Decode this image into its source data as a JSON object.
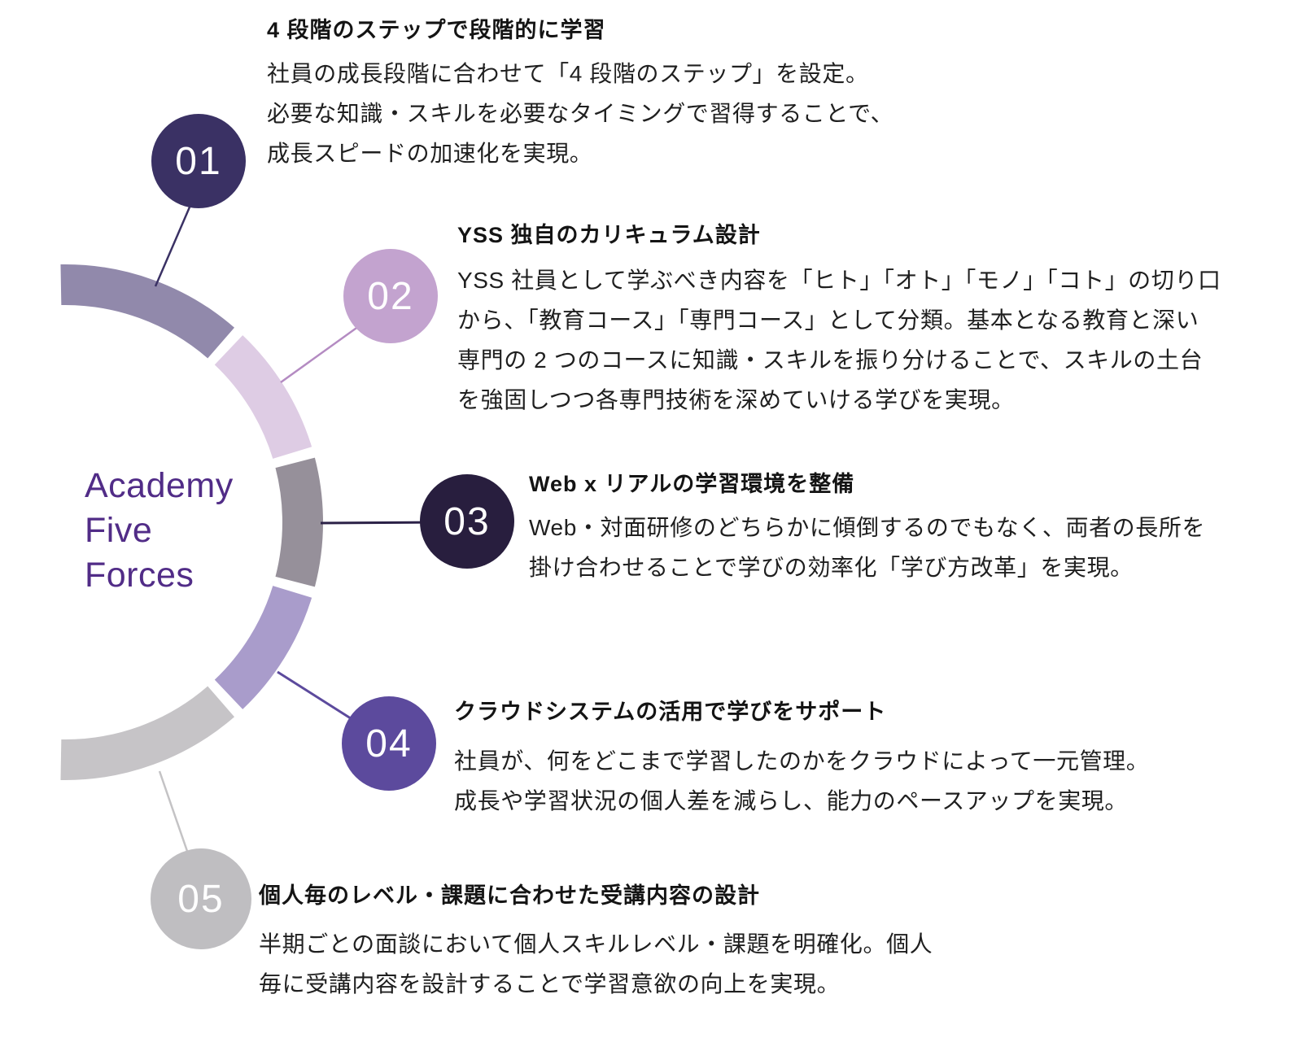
{
  "brand": {
    "lines": [
      "Academy",
      "Five",
      "Forces"
    ],
    "color": "#512C87"
  },
  "steps": [
    {
      "number": "01",
      "title": "4 段階のステップで段階的に学習",
      "body_lines": [
        "社員の成長段階に合わせて「4 段階のステップ」を設定。",
        "必要な知識・スキルを必要なタイミングで習得することで、",
        "成長スピードの加速化を実現。"
      ],
      "circle_color": "#3A3164",
      "segment_color": "#9189AB",
      "connector_color": "#3A3164"
    },
    {
      "number": "02",
      "title": "YSS 独自のカリキュラム設計",
      "body_lines": [
        "YSS 社員として学ぶべき内容を「ヒト」「オト」「モノ」「コト」の切り口",
        "から、「教育コース」「専門コース」として分類。基本となる教育と深い",
        "専門の 2 つのコースに知識・スキルを振り分けることで、スキルの土台",
        "を強固しつつ各専門技術を深めていける学びを実現。"
      ],
      "circle_color": "#C3A3CF",
      "segment_color": "#DECCE4",
      "connector_color": "#B48BC2"
    },
    {
      "number": "03",
      "title": "Web x リアルの学習環境を整備",
      "body_lines": [
        "Web・対面研修のどちらかに傾倒するのでもなく、両者の長所を",
        "掛け合わせることで学びの効率化「学び方改革」を実現。"
      ],
      "circle_color": "#281E3E",
      "segment_color": "#96909A",
      "connector_color": "#2B2147"
    },
    {
      "number": "04",
      "title": "クラウドシステムの活用で学びをサポート",
      "body_lines": [
        "社員が、何をどこまで学習したのかをクラウドによって一元管理。",
        "成長や学習状況の個人差を減らし、能力のペースアップを実現。"
      ],
      "circle_color": "#5C4A9D",
      "segment_color": "#A99CCB",
      "connector_color": "#5C4A9D"
    },
    {
      "number": "05",
      "title": "個人毎のレベル・課題に合わせた受講内容の設計",
      "body_lines": [
        "半期ごとの面談において個人スキルレベル・課題を明確化。個人",
        "毎に受講内容を設計することで学習意欲の向上を実現。"
      ],
      "circle_color": "#BFBEC1",
      "segment_color": "#C6C4C7",
      "connector_color": "#C4C3C5"
    }
  ],
  "text_colors": {
    "title": "#141414",
    "body": "#1F1F1F"
  }
}
